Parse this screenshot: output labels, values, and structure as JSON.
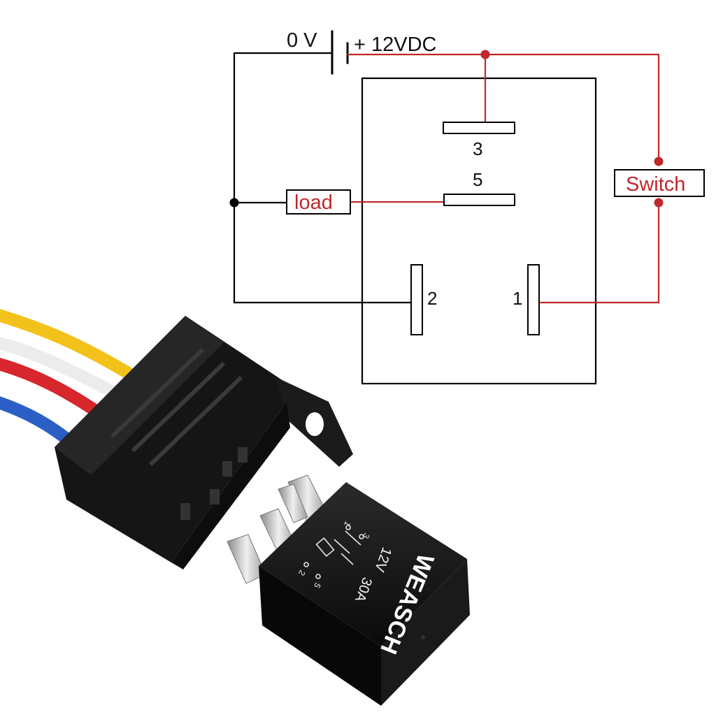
{
  "diagram": {
    "battery_negative_label": "0 V",
    "battery_positive_label": "+ 12VDC",
    "pin_3_label": "3",
    "pin_5_label": "5",
    "pin_2_label": "2",
    "pin_1_label": "1",
    "load_label": "load",
    "switch_label": "Switch",
    "colors": {
      "wire_black": "#000000",
      "wire_red": "#c0282b",
      "label_red": "#c0282b"
    }
  },
  "product": {
    "brand": "WEASCH",
    "voltage": "12V",
    "current": "30A",
    "relay_pin_labels": [
      "1",
      "3",
      "2",
      "5"
    ],
    "wire_colors": [
      "#f2c21a",
      "#ececec",
      "#d7262c",
      "#2c5fc6"
    ]
  }
}
